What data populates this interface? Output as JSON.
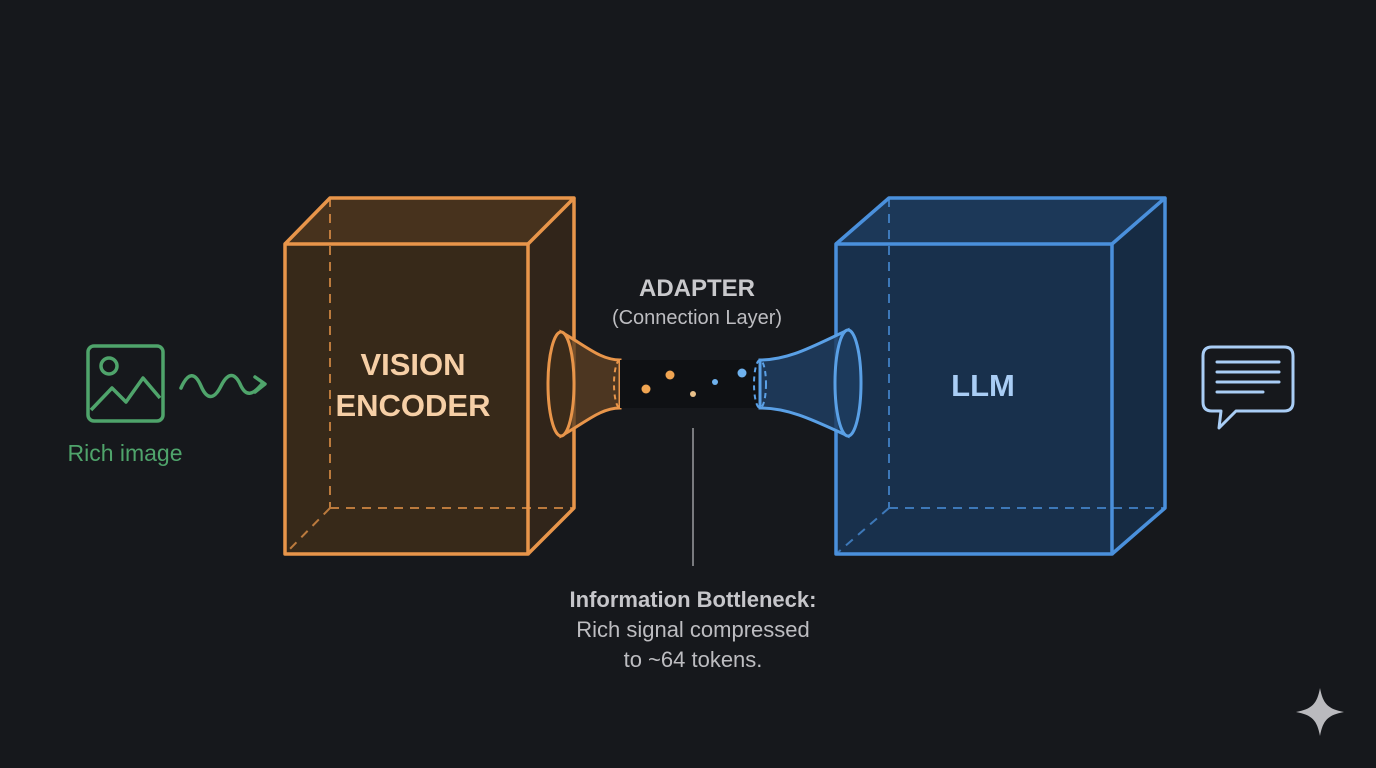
{
  "input": {
    "caption": "Rich image",
    "icon": "image-icon",
    "wave_icon": "signal-wave-icon",
    "color": "#4fa46b"
  },
  "encoder": {
    "line1": "VISION",
    "line2": "ENCODER",
    "color": "#e8954a"
  },
  "adapter": {
    "title": "ADAPTER",
    "subtitle": "(Connection Layer)"
  },
  "llm": {
    "label": "LLM",
    "color": "#4a90dc"
  },
  "output": {
    "icon": "chat-bubble-icon"
  },
  "note": {
    "title": "Information Bottleneck:",
    "line1": "Rich signal compressed",
    "line2": "to ~64 tokens."
  },
  "corner_icon": "sparkle-icon"
}
